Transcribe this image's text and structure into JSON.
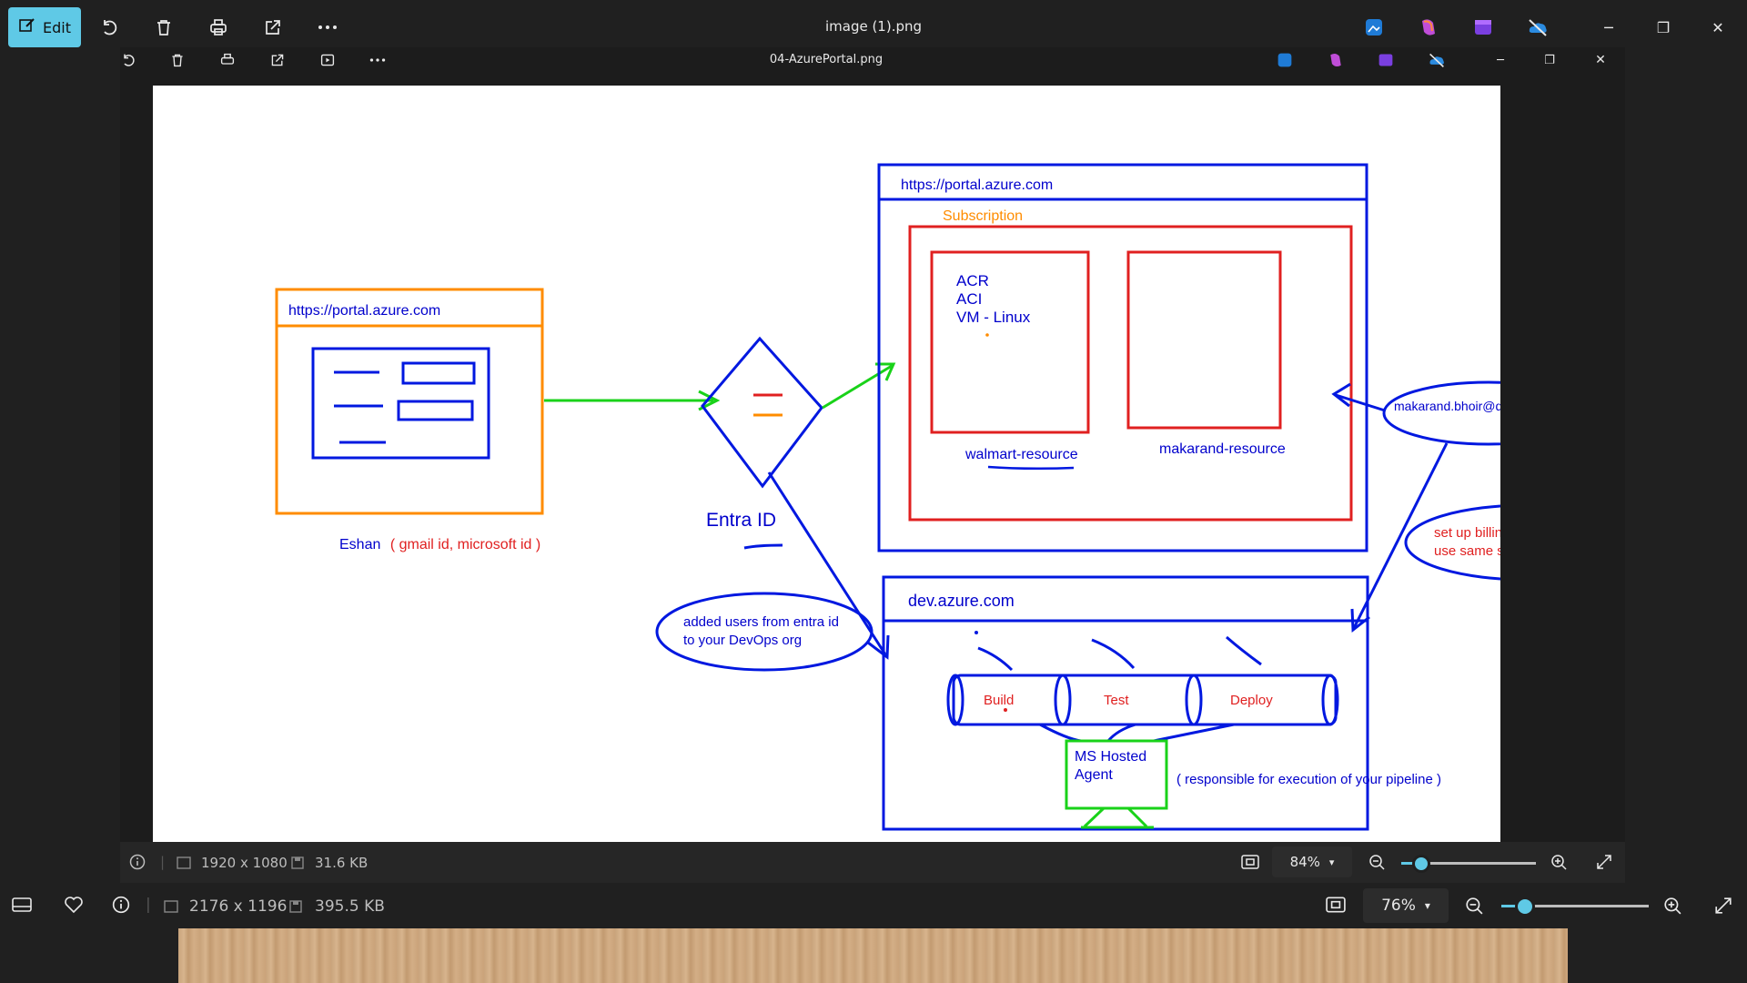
{
  "outer": {
    "edit_label": "Edit",
    "title": "image (1).png",
    "status": {
      "dimensions": "2176 x 1196",
      "size": "395.5 KB",
      "zoom": "76%"
    }
  },
  "inner": {
    "title": "04-AzurePortal.png",
    "status": {
      "dimensions": "1920 x 1080",
      "size": "31.6 KB",
      "zoom": "84%"
    }
  },
  "diagram": {
    "left_box_url": "https://portal.azure.com",
    "user_name": "Eshan",
    "user_ids": "( gmail id, microsoft id )",
    "entra_label": "Entra ID",
    "portal_url": "https://portal.azure.com",
    "subscription_label": "Subscription",
    "rg1_items": [
      "ACR",
      "ACI",
      "VM - Linux"
    ],
    "rg1_name": "walmart-resource",
    "rg2_name": "makarand-resource",
    "email_note": "makarand.bhoir@dev.com",
    "billing_note_line1": "set up billing so that we can",
    "billing_note_line2": "use same subscription",
    "devops_url": "dev.azure.com",
    "users_note_line1": "added users from entra id",
    "users_note_line2": "to your DevOps org",
    "stage_build": "Build",
    "stage_test": "Test",
    "stage_deploy": "Deploy",
    "agent_line1": "MS Hosted",
    "agent_line2": "Agent",
    "agent_note": "( responsible for execution of your pipeline )"
  }
}
